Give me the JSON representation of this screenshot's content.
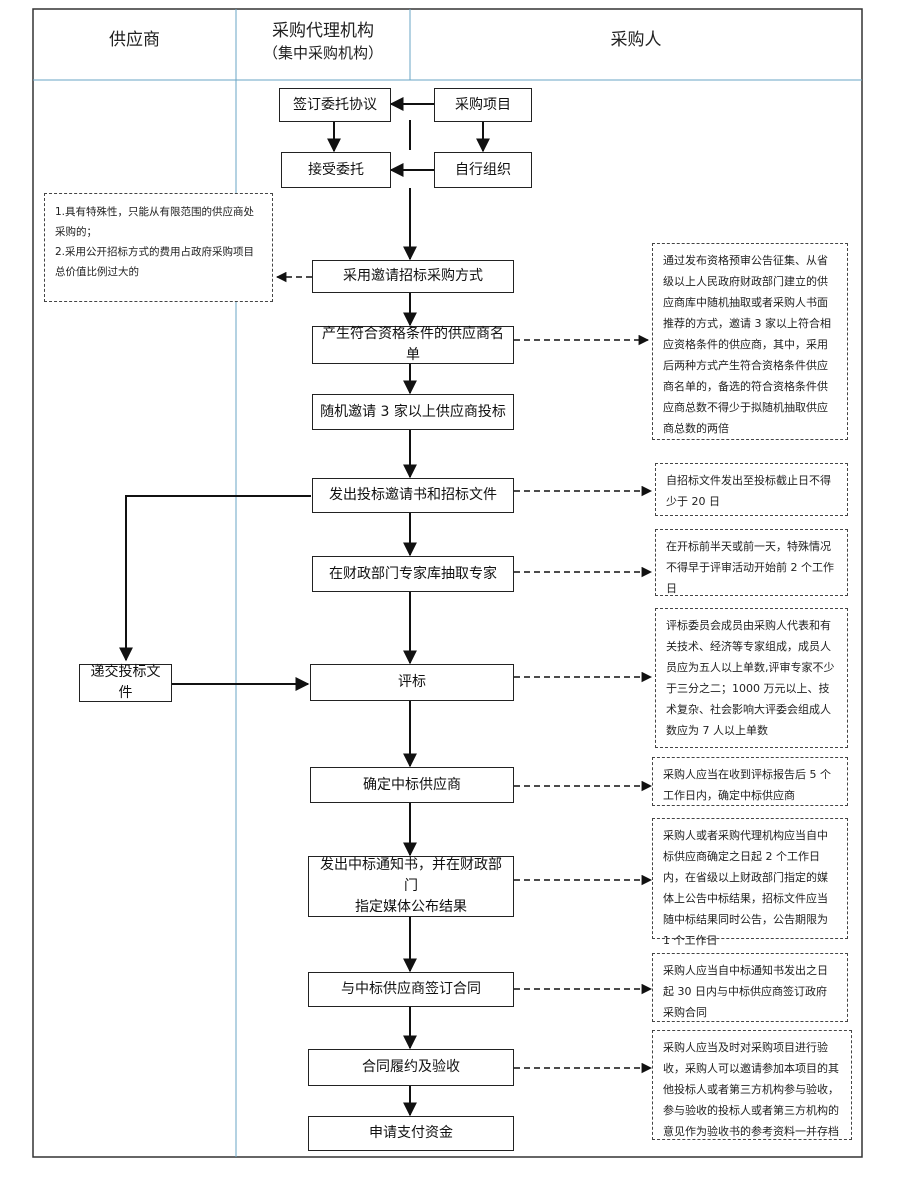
{
  "lanes": {
    "supplier": "供应商",
    "agency_line1": "采购代理机构",
    "agency_line2": "（集中采购机构）",
    "purchaser": "采购人"
  },
  "steps": {
    "sign_agreement": "签订委托协议",
    "procurement_project": "采购项目",
    "accept_entrustment": "接受委托",
    "self_organize": "自行组织",
    "invite_method": "采用邀请招标采购方式",
    "generate_list": "产生符合资格条件的供应商名单",
    "random_invite": "随机邀请 3 家以上供应商投标",
    "issue_invitation": "发出投标邀请书和招标文件",
    "draw_experts": "在财政部门专家库抽取专家",
    "evaluate": "评标",
    "submit_bid": "递交投标文件",
    "confirm_winner": "确定中标供应商",
    "issue_notice_l1": "发出中标通知书，并在财政部门",
    "issue_notice_l2": "指定媒体公布结果",
    "sign_contract": "与中标供应商签订合同",
    "perform_accept": "合同履约及验收",
    "apply_payment": "申请支付资金"
  },
  "notes": {
    "conditions": [
      "1.具有特殊性，只能从有限范围的供应商处采购的；",
      "2.采用公开招标方式的费用占政府采购项目总价值比例过大的"
    ],
    "qualification": "通过发布资格预审公告征集、从省级以上人民政府财政部门建立的供应商库中随机抽取或者采购人书面推荐的方式，邀请 3 家以上符合相应资格条件的供应商，其中，采用后两种方式产生符合资格条件供应商名单的，备选的符合资格条件供应商总数不得少于拟随机抽取供应商总数的两倍",
    "bid_deadline": "自招标文件发出至投标截止日不得少于 20 日",
    "expert_timing": "在开标前半天或前一天，特殊情况不得早于评审活动开始前 2 个工作日",
    "committee": "评标委员会成员由采购人代表和有关技术、经济等专家组成，成员人员应为五人以上单数,评审专家不少于三分之二；1000 万元以上、技术复杂、社会影响大评委会组成人数应为 7 人以上单数",
    "winner_timing": "采购人应当在收到评标报告后 5 个工作日内，确定中标供应商",
    "announce": "采购人或者采购代理机构应当自中标供应商确定之日起 2 个工作日内，在省级以上财政部门指定的媒体上公告中标结果，招标文件应当随中标结果同时公告，公告期限为 1 个工作日",
    "contract_timing": "采购人应当自中标通知书发出之日起 30 日内与中标供应商签订政府采购合同",
    "acceptance": "采购人应当及时对采购项目进行验收，采购人可以邀请参加本项目的其他投标人或者第三方机构参与验收，参与验收的投标人或者第三方机构的意见作为验收书的参考资料一并存档"
  }
}
